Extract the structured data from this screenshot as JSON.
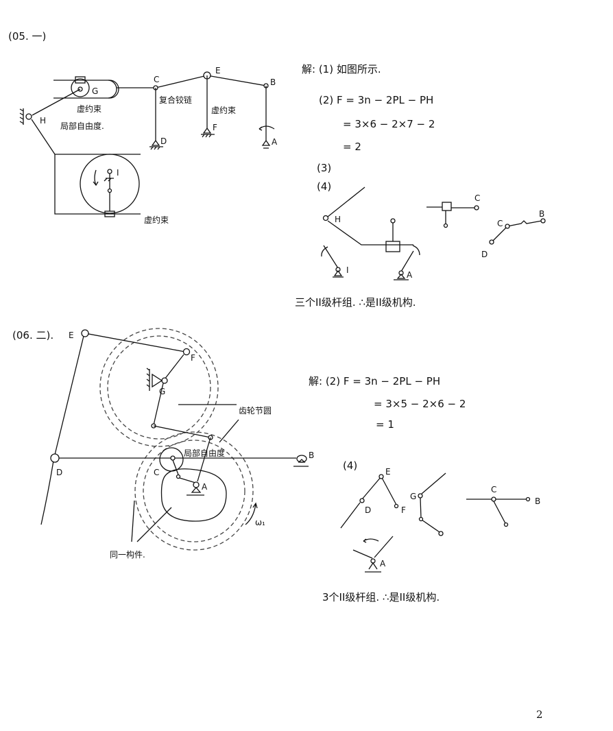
{
  "problem1": {
    "title": "(05. 一)",
    "annotations": {
      "redundant_1": "虚约束",
      "local_dof": "局部自由度.",
      "compound_hinge": "复合铰链",
      "redundant_2": "虚约束",
      "redundant_3": "虚约束"
    },
    "labels": {
      "H": "H",
      "G": "G",
      "C": "C",
      "E": "E",
      "B": "B",
      "D": "D",
      "F": "F",
      "A": "A",
      "I": "I"
    },
    "solution": {
      "line1": "解: (1) 如图所示.",
      "line2": "(2) F = 3n − 2PL − PH",
      "line3": "= 3×6 − 2×7 − 2",
      "line4": "= 2",
      "line5": "(3)",
      "line6": "(4)",
      "conclusion": "三个II级杆组. ∴是II级机构."
    },
    "groups": {
      "H": "H",
      "C1": "C",
      "C2": "C",
      "D": "D",
      "B": "B",
      "I": "I",
      "A": "A"
    }
  },
  "problem2": {
    "title": "(06. 二).",
    "annotations": {
      "pitch_circle": "齿轮节圆",
      "local_dof": "局部自由度",
      "same_member": "同一构件.",
      "omega": "ω₁"
    },
    "labels": {
      "E": "E",
      "F": "F",
      "G": "G",
      "D": "D",
      "C": "C",
      "A": "A",
      "B": "B"
    },
    "solution": {
      "line1": "解: (2) F = 3n − 2PL − PH",
      "line2": "= 3×5 − 2×6 − 2",
      "line3": "= 1",
      "line4": "(4)",
      "conclusion": "3个II级杆组. ∴是II级机构."
    },
    "groups": {
      "E": "E",
      "D": "D",
      "F": "F",
      "G": "G",
      "C": "C",
      "B": "B",
      "A": "A"
    }
  },
  "page_number": "2"
}
